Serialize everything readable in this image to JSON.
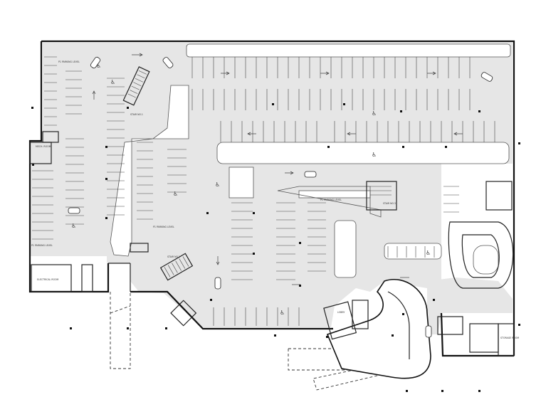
{
  "drawing": {
    "rooms": [
      {
        "id": "core-left",
        "label": "STAIR NO.1"
      },
      {
        "id": "core-mid",
        "label": "STAIR NO.2"
      },
      {
        "id": "core-right",
        "label": "STAIR NO.3"
      },
      {
        "id": "room-bl",
        "label": "ELECTRICAL ROOM"
      },
      {
        "id": "room-center",
        "label": "LOBBY"
      },
      {
        "id": "room-br",
        "label": "STORAGE ROOM"
      },
      {
        "id": "room-mech",
        "label": "MECH. ROOM"
      }
    ],
    "zone_labels": [
      {
        "id": "z1",
        "label": "P1 PARKING LEVEL"
      },
      {
        "id": "z2",
        "label": "P1 PARKING LEVEL"
      },
      {
        "id": "z3",
        "label": "P1 PARKING LEVEL"
      },
      {
        "id": "z4",
        "label": "P1 PARKING LEVEL"
      }
    ],
    "accessible_symbol": "♿",
    "colors": {
      "wall": "#111111",
      "floor": "#e6e6e6",
      "stall": "#444444"
    }
  }
}
